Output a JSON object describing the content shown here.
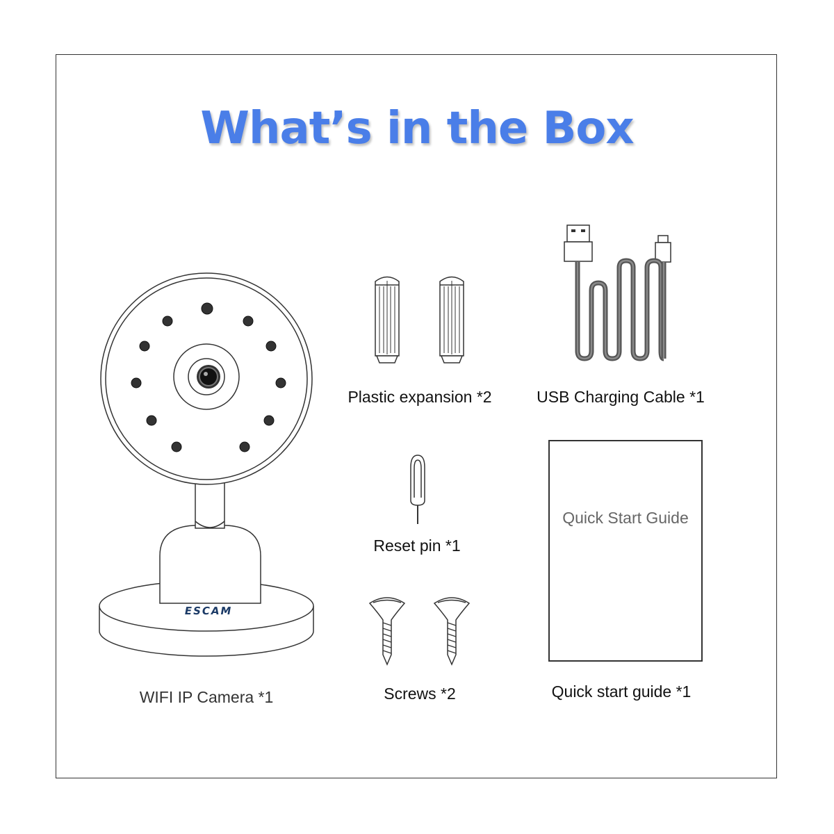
{
  "title": "What’s in the Box",
  "camera": {
    "brand": "ESCAM"
  },
  "items": {
    "camera_label": "WIFI IP Camera  *1",
    "expansion_label": "Plastic expansion  *2",
    "cable_label": "USB Charging Cable  *1",
    "pin_label": "Reset pin *1",
    "screws_label": "Screws  *2",
    "guide_label": "Quick start guide  *1"
  },
  "guide": {
    "cover_text": "Quick Start Guide"
  },
  "colors": {
    "title": "#4a7ee8",
    "outline": "#333333",
    "cable": "#555555",
    "brand": "#1b3a66"
  }
}
